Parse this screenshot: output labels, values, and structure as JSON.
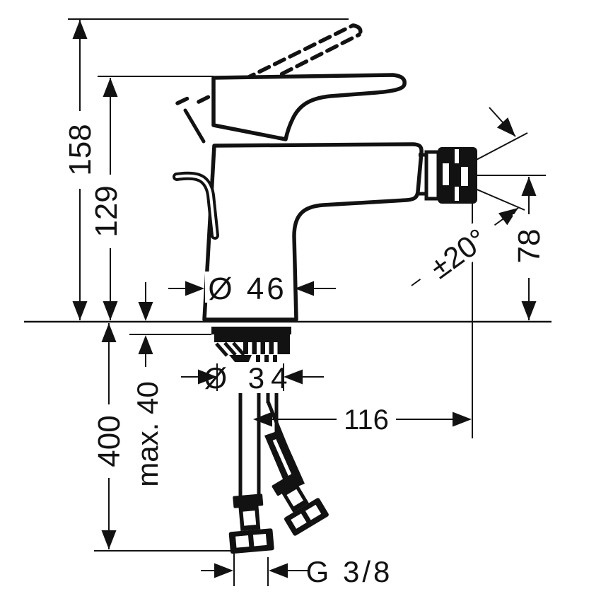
{
  "meta": {
    "background_color": "#ffffff",
    "ink_color": "#121212",
    "drawing_type": "technical dimension drawing",
    "subject": "single-lever bidet mixer faucet, side view with installation dimensions",
    "units": "mm"
  },
  "dims": {
    "total_height": {
      "label": "158"
    },
    "handle_height": {
      "label": "129"
    },
    "hose_length": {
      "label": "400"
    },
    "max_deck_thickness": {
      "label": "max. 40"
    },
    "body_diameter": {
      "label": "Ø 46"
    },
    "shank_diameter": {
      "label": "Ø 34"
    },
    "spout_reach": {
      "label": "116"
    },
    "spout_height": {
      "label": "78"
    },
    "spray_swivel_angle": {
      "label": "±20°"
    },
    "supply_connection": {
      "label": "G 3/8"
    }
  }
}
